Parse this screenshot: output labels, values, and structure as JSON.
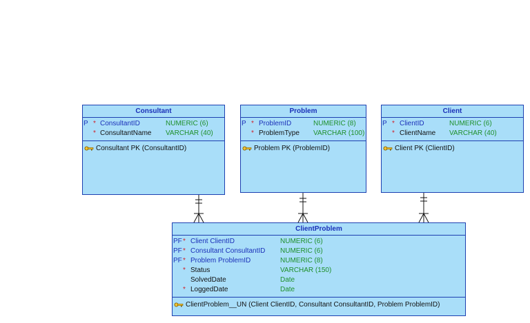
{
  "entities": {
    "consultant": {
      "title": "Consultant",
      "columns": [
        {
          "flag": "P",
          "required": "*",
          "name": "ConsultantID",
          "type": "NUMERIC (6)",
          "is_key": true
        },
        {
          "flag": "",
          "required": "*",
          "name": "ConsultantName",
          "type": "VARCHAR (40)",
          "is_key": false
        }
      ],
      "key": "Consultant PK (ConsultantID)"
    },
    "problem": {
      "title": "Problem",
      "columns": [
        {
          "flag": "P",
          "required": "*",
          "name": "ProblemID",
          "type": "NUMERIC (8)",
          "is_key": true
        },
        {
          "flag": "",
          "required": "*",
          "name": "ProblemType",
          "type": "VARCHAR (100)",
          "is_key": false
        }
      ],
      "key": "Problem PK (ProblemID)"
    },
    "client": {
      "title": "Client",
      "columns": [
        {
          "flag": "P",
          "required": "*",
          "name": "ClientID",
          "type": "NUMERIC (6)",
          "is_key": true
        },
        {
          "flag": "",
          "required": "*",
          "name": "ClientName",
          "type": "VARCHAR (40)",
          "is_key": false
        }
      ],
      "key": "Client PK (ClientID)"
    },
    "clientproblem": {
      "title": "ClientProblem",
      "columns": [
        {
          "flag": "PF",
          "required": "*",
          "name": "Client ClientID",
          "type": "NUMERIC (6)",
          "is_key": true
        },
        {
          "flag": "PF",
          "required": "*",
          "name": "Consultant ConsultantID",
          "type": "NUMERIC (6)",
          "is_key": true
        },
        {
          "flag": "PF",
          "required": "*",
          "name": "Problem ProblemID",
          "type": "NUMERIC (8)",
          "is_key": true
        },
        {
          "flag": "",
          "required": "*",
          "name": "Status",
          "type": "VARCHAR (150)",
          "is_key": false
        },
        {
          "flag": "",
          "required": "",
          "name": "SolvedDate",
          "type": "Date",
          "is_key": false
        },
        {
          "flag": "",
          "required": "*",
          "name": "LoggedDate",
          "type": "Date",
          "is_key": false
        }
      ],
      "key": "ClientProblem__UN (Client ClientID, Consultant ConsultantID, Problem ProblemID)"
    }
  },
  "relationships": [
    {
      "from": "consultant",
      "to": "clientproblem"
    },
    {
      "from": "problem",
      "to": "clientproblem"
    },
    {
      "from": "client",
      "to": "clientproblem"
    }
  ],
  "colors": {
    "entity_fill": "#a9def9",
    "border": "#1c3fb0",
    "key_text": "#1a2fb8",
    "type_text": "#1e8f2a",
    "required_mark": "#d0202a"
  }
}
